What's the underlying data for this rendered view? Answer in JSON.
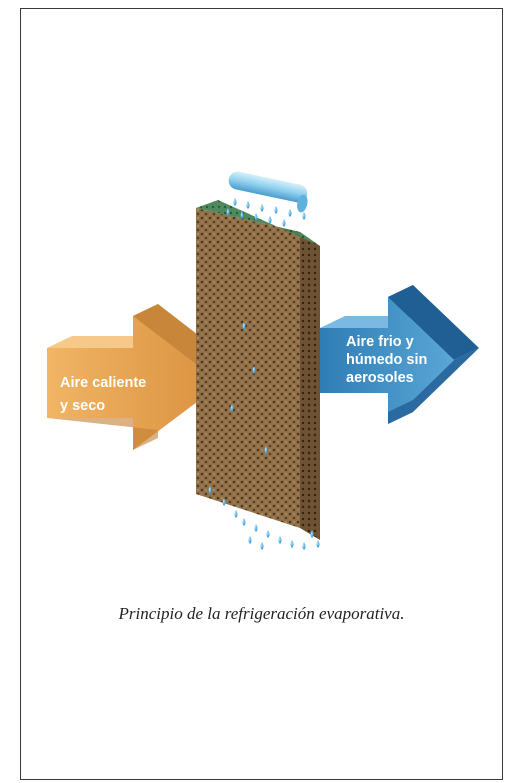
{
  "diagram": {
    "hot_air_label": [
      "Aire caliente",
      "y seco"
    ],
    "cold_air_label": [
      "Aire frio y",
      "húmedo sin",
      "aerosoles"
    ],
    "colors": {
      "hot_arrow": "#e5a75a",
      "cold_arrow": "#3f8ec2",
      "pad": "#8a6a45",
      "water_pipe": "#8fd0ee",
      "droplet": "#2f9fd8"
    }
  },
  "caption": "Principio de la refrigeración evaporativa."
}
